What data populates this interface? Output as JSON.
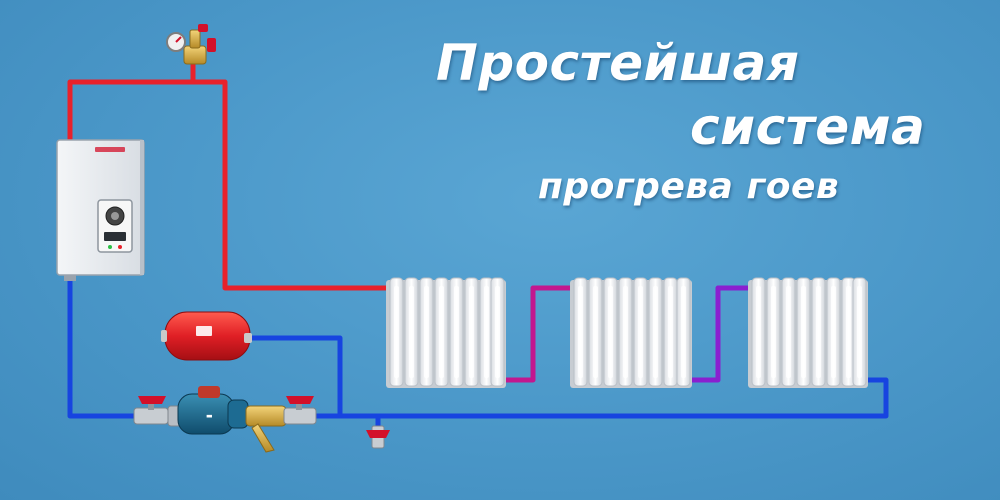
{
  "title": {
    "line1": "Простейшая",
    "line2": "система",
    "line3": "прогрева гоев"
  },
  "colors": {
    "background": "#4a99c9",
    "supply_pipe": "#e8212b",
    "return_pipe": "#1744e0",
    "transition_pipe_1": "#c2178f",
    "transition_pipe_2": "#8a1fd0",
    "valve_handle": "#d3102a",
    "expansion_tank": "#e01f25",
    "brass": "#d9b24a"
  },
  "icons": {
    "boiler": "electric-boiler-icon",
    "radiator": "radiator-icon",
    "pump": "circulation-pump-icon",
    "tank": "expansion-tank-icon",
    "safety_group": "safety-group-icon",
    "valve": "ball-valve-icon",
    "filter": "y-strainer-icon",
    "drain": "drain-valve-icon"
  }
}
